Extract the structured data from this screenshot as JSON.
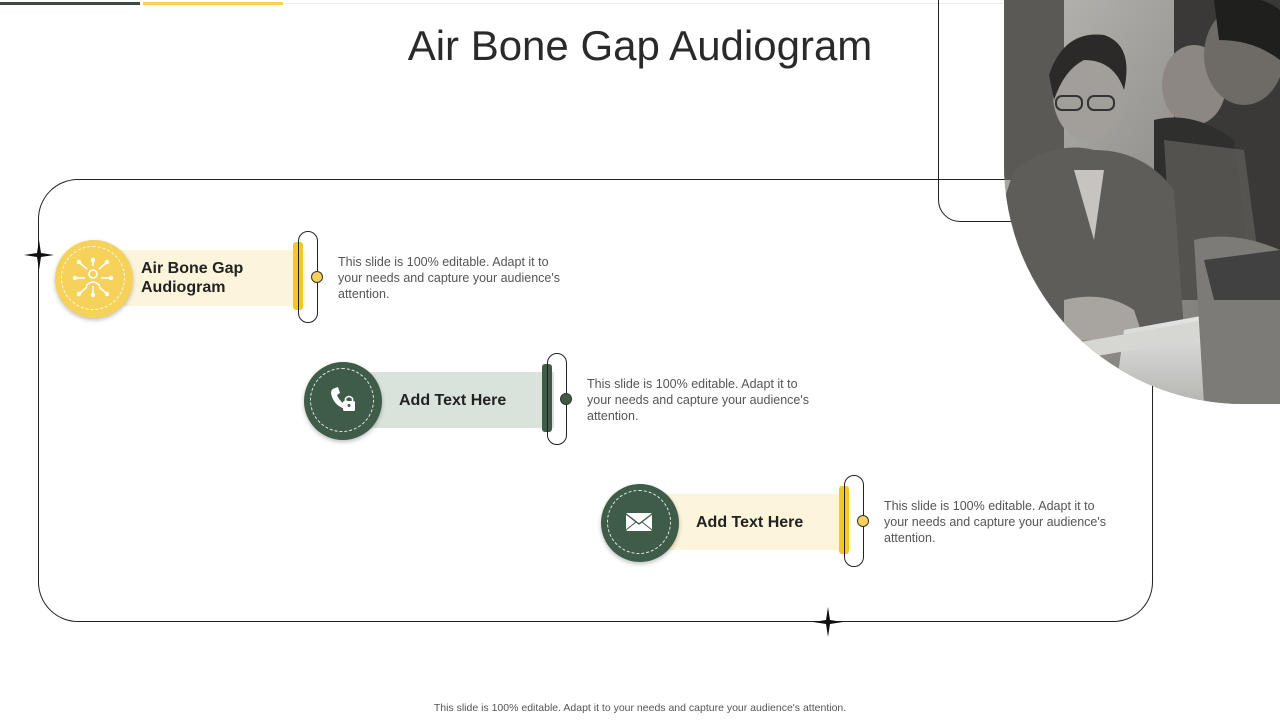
{
  "title": "Air Bone Gap Audiogram",
  "items": [
    {
      "label": "Air Bone Gap Audiogram",
      "description": "This slide is 100% editable. Adapt it to your needs and capture your audience's attention.",
      "icon": "network-user-icon",
      "color": "#f6d25b"
    },
    {
      "label": "Add Text Here",
      "description": "This slide is 100% editable. Adapt it to your needs and capture your audience's attention.",
      "icon": "phone-lock-icon",
      "color": "#3e5c47"
    },
    {
      "label": "Add Text Here",
      "description": "This slide is 100% editable. Adapt it to your needs and capture your audience's attention.",
      "icon": "envelope-icon",
      "color": "#3e5c47"
    }
  ],
  "footer": "This slide is 100% editable. Adapt it to your needs and capture your audience's attention.",
  "colors": {
    "accent_yellow": "#f6d25b",
    "accent_green": "#3e5c47",
    "band_yellow": "#fdf4dc",
    "band_green": "#d9e3dc"
  }
}
